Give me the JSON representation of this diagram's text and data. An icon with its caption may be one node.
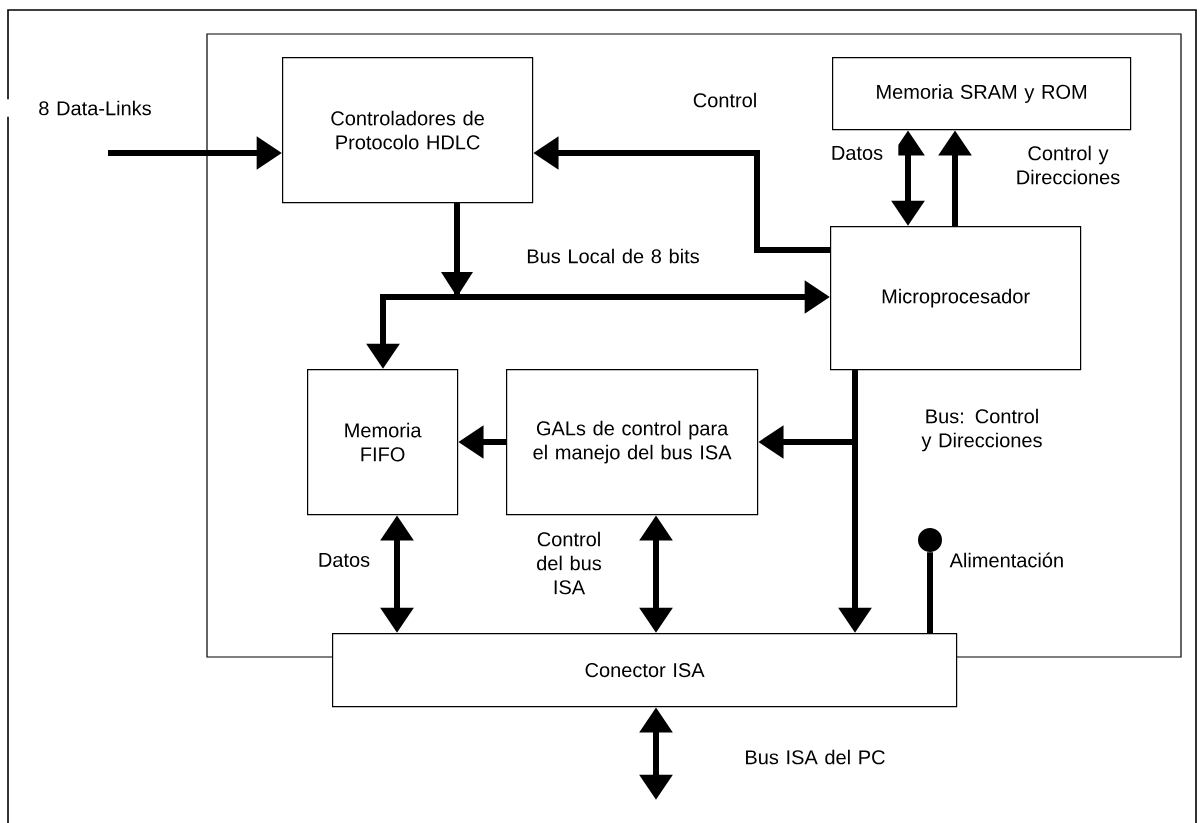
{
  "diagram": {
    "nodes": [
      {
        "text": [
          "Controladores de Protocolo HDLC"
        ]
      },
      {
        "text": [
          "Memoria SRAM y ROM"
        ]
      },
      {
        "text": [
          "Microprocesador"
        ]
      },
      {
        "text": [
          "Memoria FIFO"
        ]
      },
      {
        "text": [
          "GALs de control para el manejo del bus ISA"
        ]
      },
      {
        "text": [
          "Conector ISA"
        ]
      },
      {
        "text": [],
        "shape": "circle",
        "beside": [
          "Alimentación"
        ]
      }
    ],
    "edges": [
      {
        "from": null,
        "to": 0,
        "arrow": "to",
        "label": "8 Data-Links"
      },
      {
        "from": 2,
        "to": 0,
        "arrow": "to",
        "label": "Control"
      },
      {
        "from": 2,
        "to": 1,
        "arrow": "both",
        "label": "Datos"
      },
      {
        "from": 2,
        "to": 1,
        "arrow": "to",
        "label": "Control y Direcciones"
      },
      {
        "from": 0,
        "to": 2,
        "arrow": "to",
        "label": "Bus Local de 8 bits"
      },
      {
        "from": 0,
        "to": 3,
        "arrow": "to"
      },
      {
        "from": 2,
        "to": 4,
        "arrow": "to"
      },
      {
        "from": 2,
        "to": 5,
        "arrow": "to",
        "label": "Bus: Control y Direcciones"
      },
      {
        "from": 4,
        "to": 3,
        "arrow": "to"
      },
      {
        "from": 3,
        "to": 5,
        "arrow": "both",
        "label": "Datos"
      },
      {
        "from": 4,
        "to": 5,
        "arrow": "both",
        "label": "Control del bus ISA"
      },
      {
        "from": 6,
        "to": 5,
        "arrow": "none"
      },
      {
        "from": 5,
        "to": null,
        "arrow": "both",
        "label": "Bus ISA del PC"
      }
    ]
  }
}
